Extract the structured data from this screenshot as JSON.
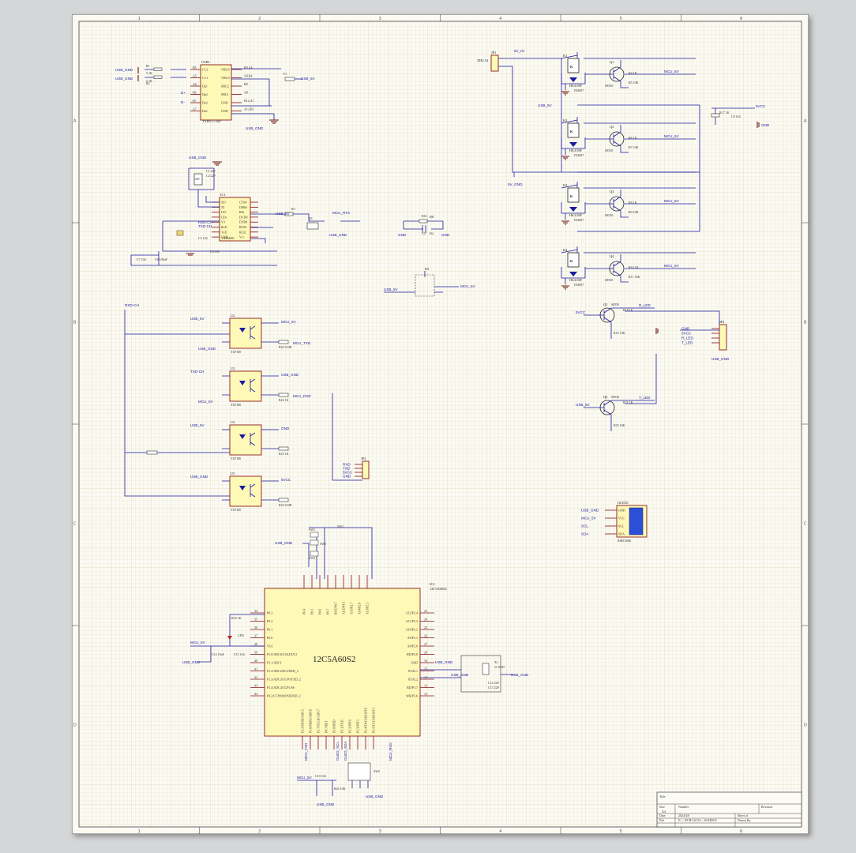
{
  "sheet": {
    "zones_x": [
      "1",
      "2",
      "3",
      "4",
      "5",
      "6"
    ],
    "zones_y": [
      "A",
      "B",
      "C",
      "D"
    ],
    "title_block": {
      "title_label": "Title",
      "size_label": "Size",
      "size_value": "A4",
      "number_label": "Number",
      "revision_label": "Revision",
      "date_label": "Date",
      "date_value": "2024/4/6",
      "sheet_label": "Sheet of",
      "file_label": "File",
      "file_value": "E:\\...\\PCB\\12C5A...\\SCHDOC",
      "drawn_label": "Drawn By"
    }
  },
  "main_ic": {
    "designator": "IC2",
    "part": "12C5A60S2",
    "label": "12C5A60S2",
    "left_pins": [
      {
        "num": "34",
        "name": "P0.3"
      },
      {
        "num": "35",
        "name": "P0.2"
      },
      {
        "num": "36",
        "name": "P0.1"
      },
      {
        "num": "37",
        "name": "P0.0"
      },
      {
        "num": "38",
        "name": "VCC"
      },
      {
        "num": "39",
        "name": "P1.0/ADC0/CLKOUT2"
      },
      {
        "num": "40",
        "name": "P1.1/ADC1"
      },
      {
        "num": "41",
        "name": "P1.2/ADC2/ECI/RXD_2"
      },
      {
        "num": "42",
        "name": "P1.3/ADC3/CCP0/TXD_2"
      },
      {
        "num": "43",
        "name": "P1.4/ADC4/CCP1/SS"
      },
      {
        "num": "44",
        "name": "P4.2/CCP0/MOSI/RXD_2"
      }
    ],
    "right_pins": [
      {
        "num": "23",
        "name": "A12/P2.4"
      },
      {
        "num": "24",
        "name": "A11/P2.3"
      },
      {
        "num": "25",
        "name": "A10/P2.2"
      },
      {
        "num": "26",
        "name": "A9/P2.1"
      },
      {
        "num": "27",
        "name": "A8/P2.0"
      },
      {
        "num": "28",
        "name": "RD/P4.0"
      },
      {
        "num": "16",
        "name": "GND"
      },
      {
        "num": "15",
        "name": "XTAL1"
      },
      {
        "num": "14",
        "name": "XTAL2"
      },
      {
        "num": "13",
        "name": "RD/P3.7"
      },
      {
        "num": "12",
        "name": "WR/P3.6"
      }
    ],
    "top_pins": [
      "P0.4",
      "P0.5",
      "P0.6",
      "P0.7",
      "RST/P4.7",
      "ALE/P4.5",
      "A15/P2.7",
      "A14/P2.6",
      "A13/P2.5"
    ],
    "bottom_pins": [
      "P1.5/MOSI/ADC5",
      "P1.6/MISO/ADC6",
      "P1.7/SCLK/ADC7",
      "P4.7/RST",
      "P3.0/RXD",
      "P3.1/TXD",
      "P3.2/INT0",
      "P3.3/INT1",
      "P3.4/T0/CLKOUT0",
      "P3.5/T1/CLKOUT1"
    ]
  },
  "usb_connector": {
    "designator": "USB1",
    "part": "TYPE-C-16P",
    "left_pins": [
      "CC2",
      "CC1",
      "Dp1",
      "Dp2",
      "Dn2",
      "Dn1"
    ],
    "right_pins": [
      "VBUS",
      "VBUS",
      "SBU2",
      "SBU1",
      "GND",
      "GND"
    ],
    "left_nums": [
      "B5",
      "A5",
      "A6",
      "B6",
      "B7",
      "A7"
    ],
    "right_nums": [
      "B9,A4",
      "A9,B4",
      "B8",
      "A8",
      "B12,A1",
      "A12,B1"
    ],
    "labels": [
      "USB_GND",
      "USB_GND",
      "R1",
      "R2",
      "5.1K",
      "5.1K",
      "F1",
      "USB_5V",
      "USB_GND",
      "D+",
      "D-"
    ]
  },
  "ch340": {
    "designator": "IC1",
    "part": "CH340G",
    "left_pins": [
      "XO",
      "XI",
      "UD-",
      "UD+",
      "V3",
      "RxD",
      "TxD",
      "GND"
    ],
    "right_pins": [
      "CTS#",
      "DSR#",
      "RI#",
      "DCD#",
      "DTR#",
      "RTS#",
      "R232",
      "Vcc"
    ],
    "crystal": "12M",
    "caps": [
      "C1 22P",
      "C2 22P",
      "C3 104",
      "C6 104",
      "C7 104",
      "C8 100uF"
    ],
    "labels": [
      "USB_GND",
      "USB_5V",
      "R3",
      "D1",
      "MCU_RTS",
      "USB_GND",
      "RXD-CH",
      "TXD-CH"
    ]
  },
  "relays": {
    "source_net": "5V_IN",
    "connector": "XH2.54",
    "designator": "JP1",
    "power_net": "5VCC",
    "gnd_net": "5V_GND",
    "channels": [
      {
        "relay": "K1",
        "transistor": "Q1",
        "type": "S8550",
        "diode": "IN4007",
        "rb": "R4 1K",
        "re": "R5 10K",
        "net": "MCU_5V",
        "part": "HK4100F"
      },
      {
        "relay": "K2",
        "transistor": "Q2",
        "type": "S8550",
        "diode": "IN4007",
        "rb": "R6 1K",
        "re": "R7 10K",
        "net": "MCU_5V",
        "part": "HK4100F"
      },
      {
        "relay": "K3",
        "transistor": "Q3",
        "type": "S8550",
        "diode": "IN4007",
        "rb": "R8 1K",
        "re": "R9 10K",
        "net": "MCU_5V",
        "part": "HK4100F"
      },
      {
        "relay": "K4",
        "transistor": "Q4",
        "type": "S8550",
        "diode": "IN4007",
        "rb": "R10 1K",
        "re": "R11 10K",
        "net": "MCU_5V",
        "part": "HK4100F"
      }
    ],
    "extra": [
      "R17 1K",
      "C9 104",
      "GND",
      "USB_5V",
      "5VCC"
    ]
  },
  "reset_switch": {
    "designator": "K5",
    "labels": [
      "USB_5V",
      "MCU_5V"
    ]
  },
  "misc_cap": {
    "labels": [
      "R16",
      "C4",
      "GND",
      "GND",
      "10K",
      "104"
    ]
  },
  "optos": {
    "part": "TLP180",
    "units": [
      {
        "des": "U2",
        "nets": [
          "USB_5V",
          "MCU_5V",
          "MCU_TXD",
          "USB_GND"
        ],
        "res": "R20 510R"
      },
      {
        "des": "U3",
        "nets": [
          "TXD-CH",
          "USB_GND",
          "MCU_RXD",
          "MCU_5V"
        ],
        "res": "R22 1K"
      },
      {
        "des": "U4",
        "nets": [
          "USB_5V",
          "GND"
        ],
        "res": "R23 1K"
      },
      {
        "des": "U5",
        "nets": [
          "USB_GND",
          "5VCC"
        ],
        "res": "R24 510R"
      }
    ],
    "left_net": "RXD-CH",
    "header": {
      "des": "JP2",
      "pins": [
        "RXD",
        "TXD",
        "5VCC",
        "GND"
      ]
    }
  },
  "led_driver": {
    "q5": {
      "des": "Q5",
      "type": "S8550",
      "net_in": "5VCC",
      "net_out": "R_LED",
      "r": "R18 1K",
      "r2": "R19 10K"
    },
    "q6": {
      "des": "Q6",
      "type": "S8550",
      "net_in": "USB_5V",
      "net_out": "T_LED",
      "r": "R21 1K",
      "r2": "R25 10K"
    },
    "connector": {
      "des": "JP3",
      "nets": [
        "GND",
        "5VCC",
        "R_LED",
        "T_LED"
      ],
      "label": "USB_GND"
    }
  },
  "oled": {
    "designator": "OLED1",
    "part": "SSD1306",
    "pins": [
      "GND",
      "VCC",
      "SCL",
      "SDA"
    ],
    "nets": [
      "USB_GND",
      "MCU_5V",
      "SCL",
      "SDA"
    ]
  },
  "switches": {
    "labels": [
      "SW1",
      "SW2",
      "SW3",
      "SW4",
      "USB_GND"
    ]
  },
  "crystal2": {
    "des": "X1",
    "value": "11.0592",
    "caps": [
      "C12 22P",
      "C13 22P"
    ],
    "nets": [
      "USB_GND",
      "USB_GND",
      "USB_GND"
    ]
  },
  "power_decoupling": {
    "nets": [
      "MCU_5V",
      "USB_GND"
    ],
    "caps": [
      "C14 10uF",
      "C15 104"
    ],
    "led": "LED",
    "res": "R29 1K"
  },
  "bottom_parts": {
    "labels": [
      "MCU_5V",
      "C10 104",
      "R26 10K",
      "USB_GND",
      "SW5",
      "USB_GND",
      "OLED_SCL",
      "OLED_SDA",
      "MCU_RXD",
      "MCU_TXD"
    ]
  }
}
